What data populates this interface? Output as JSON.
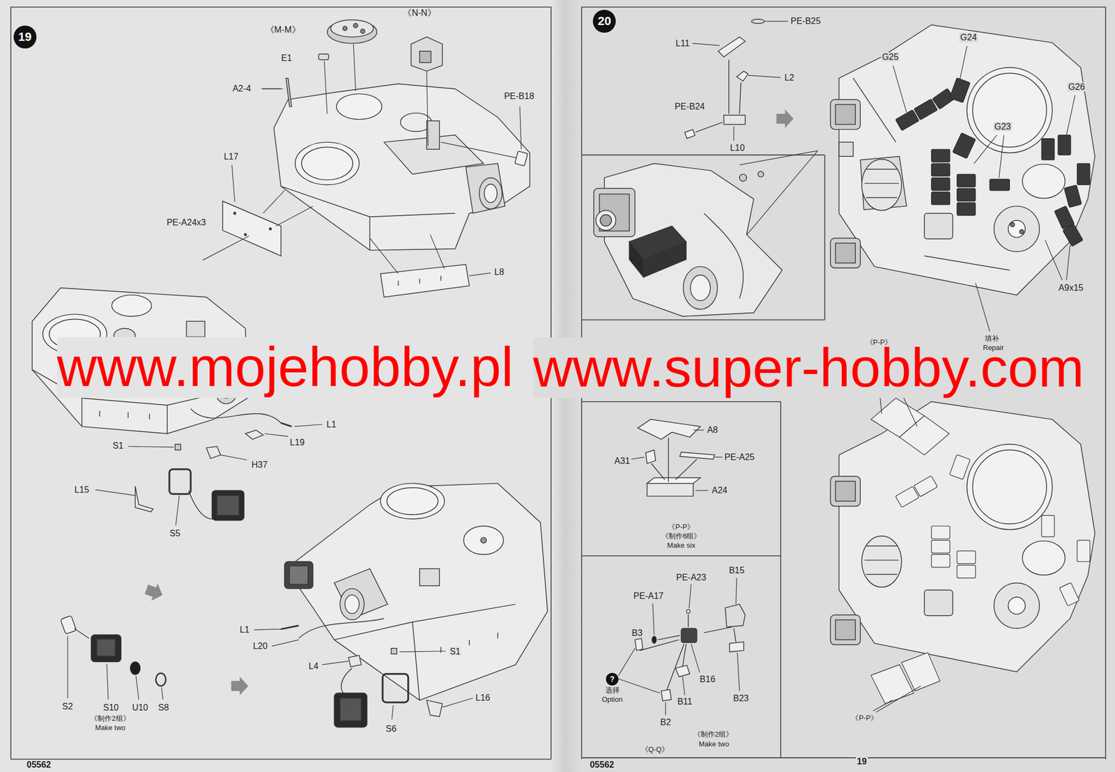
{
  "diagram": {
    "nodes": [
      {
        "text": [
          "19"
        ]
      },
      {
        "text": [
          "20"
        ]
      },
      {
        "text": [
          "?"
        ]
      }
    ],
    "labels": [
      "《M-M》",
      "《N-N》",
      "E1",
      "A2-4",
      "PE-B18",
      "L17",
      "PE-A24x3",
      "L8",
      "L1",
      "L19",
      "S1",
      "H37",
      "L15",
      "S5",
      "S2",
      "S10",
      "U10",
      "S8",
      "《制作2组》",
      "Make two",
      "L1",
      "L20",
      "L4",
      "S1",
      "L16",
      "S6",
      "05562",
      "www.mojehobby.pl",
      "www.super-hobby.com",
      "PE-B25",
      "L11",
      "L2",
      "PE-B24",
      "L10",
      "G25",
      "G24",
      "G26",
      "G23",
      "A9x15",
      "填补",
      "Repair",
      "《P-P》",
      "A8",
      "A31",
      "PE-A25",
      "A24",
      "《P-P》",
      "《制作6组》",
      "Make six",
      "PE-A23",
      "B15",
      "PE-A17",
      "B3",
      "选择",
      "Option",
      "B16",
      "B11",
      "B23",
      "B2",
      "《制作2组》",
      "Make two",
      "《Q-Q》",
      "《P-P》",
      "19",
      "05562"
    ]
  }
}
